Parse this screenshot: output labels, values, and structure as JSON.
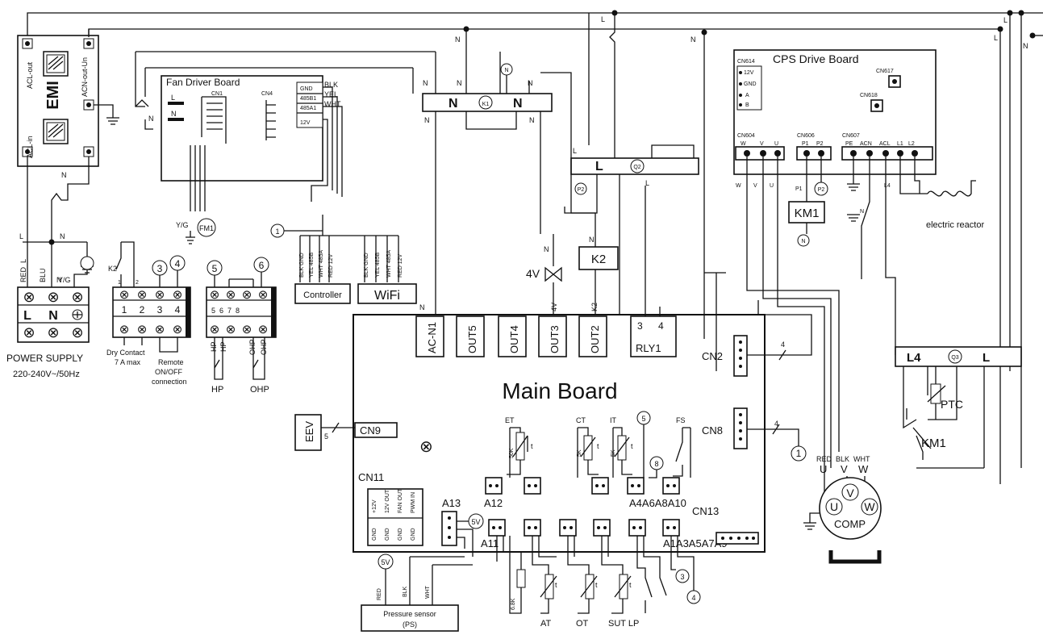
{
  "emi": {
    "title": "EMI",
    "acl_out": "ACL-out",
    "acn_out": "ACN-out-Un",
    "acl_in": "ACL-in"
  },
  "power": {
    "red": "RED",
    "l": "L",
    "blu": "BLU",
    "n": "N",
    "yg": "Y/G",
    "label": "POWER SUPPLY",
    "spec": "220-240V~/50Hz"
  },
  "fan_board": {
    "title": "Fan Driver Board",
    "cn1": "CN1",
    "cn4": "CN4",
    "gnd": "GND",
    "a485b1": "485B1",
    "a485a1": "485A1",
    "v12": "12V",
    "blk": "BLK",
    "yel": "YEL",
    "wht": "WHT",
    "l": "L",
    "n": "N",
    "motor": "FM1",
    "yg": "Y/G"
  },
  "terminal": {
    "pins": [
      "1",
      "2",
      "3",
      "4"
    ],
    "pins2": [
      "5",
      "6",
      "7",
      "8"
    ],
    "k2": "K2",
    "dry": "Dry Contact",
    "amp": "7 A max",
    "remote": "Remote",
    "onoff": "ON/OFF",
    "conn": "connection",
    "hp": "HP",
    "ohp": "OHP"
  },
  "circles": {
    "c1": "1",
    "c3": "3",
    "c4": "4",
    "c5": "5",
    "c6": "6",
    "c8": "8",
    "n": "N",
    "p2": "P2",
    "c5v": "5V"
  },
  "ctrl": {
    "controller": "Controller",
    "wifi": "WiFi",
    "blk_gnd": "BLK GND",
    "yel": "YEL 485B",
    "wht": "WHT 485A",
    "red": "RED 12V"
  },
  "relays": {
    "n": "N",
    "l": "L",
    "k1": "K1",
    "k2": "K2",
    "q2": "Q2",
    "q3": "Q3",
    "l4": "L4",
    "v4": "4V",
    "ptc": "PTC",
    "km1": "KM1"
  },
  "main": {
    "title": "Main Board",
    "acn1": "AC-N1",
    "out5": "OUT5",
    "out4": "OUT4",
    "out3": "OUT3",
    "out2": "OUT2",
    "rly1": "RLY1",
    "r3": "3",
    "r4": "4",
    "cn2": "CN2",
    "cn8": "CN8",
    "cn9": "CN9",
    "cn11": "CN11",
    "cn13": "CN13",
    "a13": "A13",
    "a12": "A12",
    "a11": "A11",
    "a4": "A4A6A8A10",
    "a1": "A1A3A5A7A9",
    "et": "ET",
    "ct": "CT",
    "it": "IT",
    "fs": "FS",
    "at": "AT",
    "ot": "OT",
    "sut": "SUT LP",
    "t": "t",
    "r68": "6.8K",
    "r5k": "5K",
    "r50k": "50K"
  },
  "eev": {
    "label": "EEV",
    "pin": "5"
  },
  "sensor": {
    "label": "Pressure sensor",
    "sub": "(PS)",
    "red": "RED",
    "blk": "BLK",
    "wht": "WHT",
    "cn11_pins": [
      "+12V",
      "12V OUT",
      "FAN OUT",
      "PWM IN",
      "GND",
      "GND",
      "GND",
      "GND"
    ]
  },
  "cps": {
    "title": "CPS Drive Board",
    "cn614": "CN614",
    "cn617": "CN617",
    "cn618": "CN618",
    "cn604": "CN604",
    "cn606": "CN606",
    "cn607": "CN607",
    "v12": "12V",
    "gnd": "GND",
    "a": "A",
    "b": "B",
    "w": "W",
    "v": "V",
    "u": "U",
    "p1": "P1",
    "p2": "P2",
    "pe": "PE",
    "acn": "ACN",
    "acl": "ACL",
    "l1": "L1",
    "l2": "L2",
    "km1": "KM1",
    "reactor": "electric reactor",
    "n": "N",
    "l4": "L4"
  },
  "comp": {
    "label": "COMP",
    "red": "RED",
    "blk": "BLK",
    "wht": "WHT",
    "u": "U",
    "v": "V",
    "w": "W",
    "uu": "U",
    "vv": "V",
    "ww": "W",
    "four": "4"
  },
  "wire": {
    "l": "L",
    "n": "N"
  }
}
